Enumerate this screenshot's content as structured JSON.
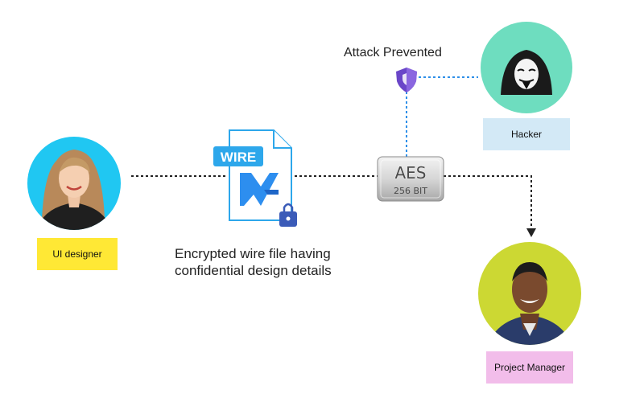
{
  "attack": {
    "label": "Attack Prevented",
    "shield_icon": "shield-icon",
    "color": "#6A46C8"
  },
  "hacker": {
    "label": "Hacker",
    "label_bg": "#D3E9F6",
    "avatar_bg": "#6EDDBF",
    "icon": "hacker-mask-icon"
  },
  "designer": {
    "label": "UI designer",
    "label_bg": "#FFE835",
    "avatar_bg": "#20C7F2"
  },
  "manager": {
    "label": "Project Manager",
    "label_bg": "#F2BDEA",
    "avatar_bg": "#CCD833"
  },
  "file": {
    "badge": "WIRE",
    "lock_icon": "lock-icon",
    "accent": "#2DA7EB",
    "caption": "Encrypted wire file having\nconfidential design details"
  },
  "aes": {
    "title": "AES",
    "subtitle": "256 BIT"
  }
}
